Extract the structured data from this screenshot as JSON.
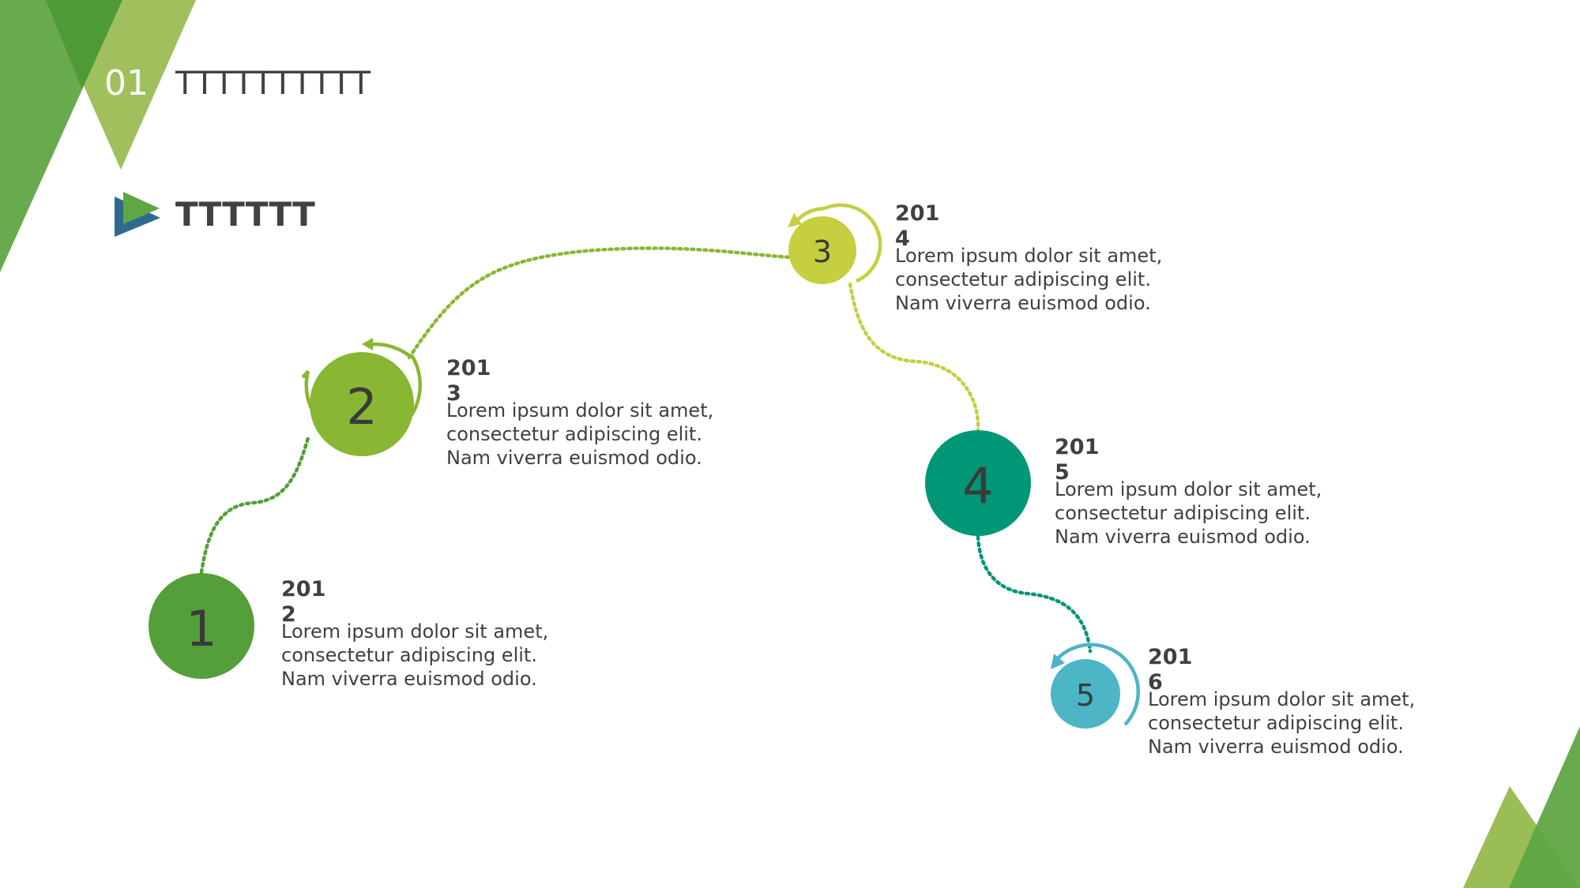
{
  "header": {
    "number": "01",
    "title": "TTTTTTTTTT"
  },
  "subheader": {
    "title": "TTTTTT"
  },
  "colors": {
    "green_dark": "#559f3a",
    "green_light": "#8ab733",
    "lime": "#c5cf3f",
    "teal": "#009777",
    "cyan": "#4cb5c6",
    "triangle_light": "#9bbd55",
    "triangle_dark": "#5fa744",
    "play_blue": "#2f6a8e",
    "text": "#404040"
  },
  "steps": [
    {
      "number": "1",
      "year": "2012",
      "lines": [
        "Lorem ipsum dolor sit amet,",
        "consectetur adipiscing elit.",
        "Nam viverra euismod odio."
      ]
    },
    {
      "number": "2",
      "year": "2013",
      "lines": [
        "Lorem ipsum dolor sit amet,",
        "consectetur adipiscing elit.",
        "Nam viverra euismod odio."
      ]
    },
    {
      "number": "3",
      "year": "2014",
      "lines": [
        "Lorem ipsum dolor sit amet,",
        "consectetur adipiscing elit.",
        "Nam viverra euismod odio."
      ]
    },
    {
      "number": "4",
      "year": "2015",
      "lines": [
        "Lorem ipsum dolor sit amet,",
        "consectetur adipiscing elit.",
        "Nam viverra euismod odio."
      ]
    },
    {
      "number": "5",
      "year": "2016",
      "lines": [
        "Lorem ipsum dolor sit amet,",
        "consectetur adipiscing elit.",
        "Nam viverra euismod odio."
      ]
    }
  ]
}
